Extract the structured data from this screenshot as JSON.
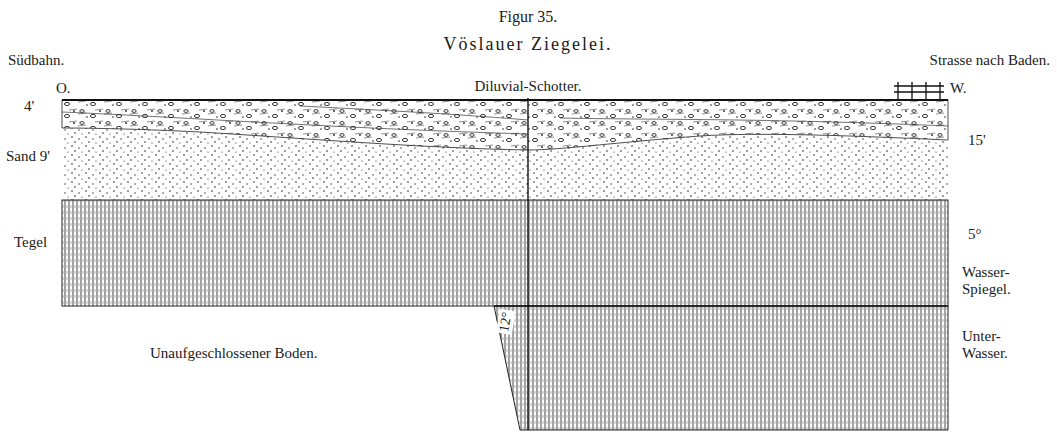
{
  "diagram": {
    "title": "Vöslauer Ziegelei.",
    "labels": [
      "Figur 35.",
      "Südbahn.",
      "Strasse nach Baden.",
      "O.",
      "Diluvial-Schotter.",
      "W.",
      "4'",
      "15'",
      "Sand 9'",
      "Tegel",
      "5°",
      "Wasser-Spiegel.",
      "12°",
      "Unaufgeschlossener Boden.",
      "Unter-Wasser."
    ]
  }
}
